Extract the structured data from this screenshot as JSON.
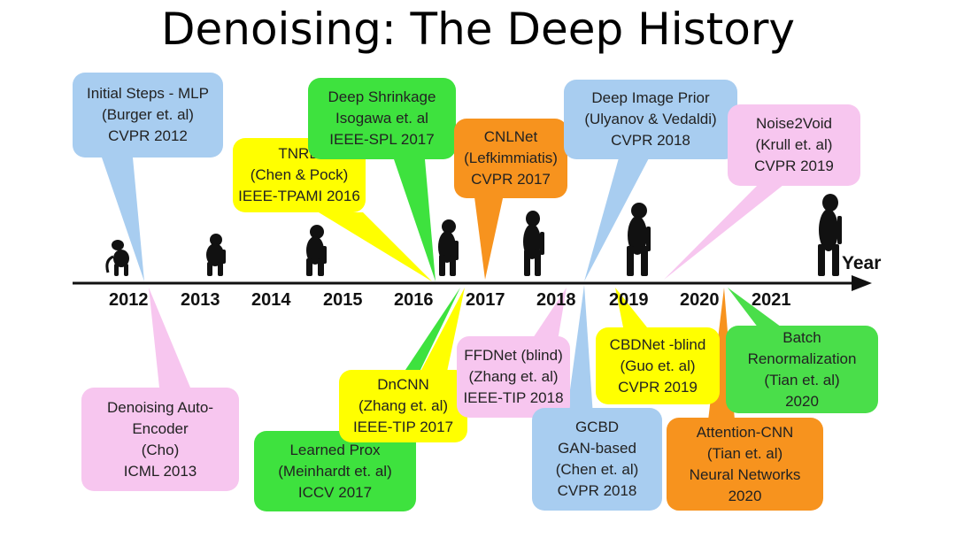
{
  "title": "Denoising:  The Deep History",
  "axis_label": "Year",
  "years": [
    "2012",
    "2013",
    "2014",
    "2015",
    "2016",
    "2017",
    "2018",
    "2019",
    "2020",
    "2021"
  ],
  "colors": {
    "blue": "#a8cdf0",
    "pink": "#f7c6ef",
    "yellow": "#ffff00",
    "green": "#3ee23e",
    "orange": "#f7931e"
  },
  "above": [
    {
      "lines": [
        "Initial Steps - MLP",
        "(Burger et. al)",
        "CVPR 2012"
      ],
      "color": "blue"
    },
    {
      "lines": [
        "TNRD",
        "(Chen & Pock)",
        "IEEE-TPAMI 2016"
      ],
      "color": "yellow"
    },
    {
      "lines": [
        "Deep Shrinkage",
        "Isogawa et. al",
        "IEEE-SPL 2017"
      ],
      "color": "green"
    },
    {
      "lines": [
        "CNLNet",
        "(Lefkimmiatis)",
        "CVPR 2017"
      ],
      "color": "orange"
    },
    {
      "lines": [
        "Deep Image Prior",
        "(Ulyanov & Vedaldi)",
        "CVPR 2018"
      ],
      "color": "blue"
    },
    {
      "lines": [
        "Noise2Void",
        "(Krull et. al)",
        "CVPR 2019"
      ],
      "color": "pink"
    }
  ],
  "below": [
    {
      "lines": [
        "Denoising Auto-",
        "Encoder",
        "(Cho)",
        "ICML 2013"
      ],
      "color": "pink"
    },
    {
      "lines": [
        "Learned Prox",
        "(Meinhardt et. al)",
        "ICCV 2017"
      ],
      "color": "green"
    },
    {
      "lines": [
        "DnCNN",
        "(Zhang et. al)",
        "IEEE-TIP 2017"
      ],
      "color": "yellow"
    },
    {
      "lines": [
        "FFDNet (blind)",
        "(Zhang et. al)",
        "IEEE-TIP 2018"
      ],
      "color": "pink"
    },
    {
      "lines": [
        "GCBD",
        "GAN-based",
        "(Chen et. al)",
        "CVPR 2018"
      ],
      "color": "blue"
    },
    {
      "lines": [
        "CBDNet -blind",
        "(Guo et. al)",
        "CVPR 2019"
      ],
      "color": "yellow"
    },
    {
      "lines": [
        "Attention-CNN",
        "(Tian et. al)",
        "Neural Networks",
        "2020"
      ],
      "color": "orange"
    },
    {
      "lines": [
        "Batch",
        "Renormalization",
        "(Tian et. al)",
        "2020"
      ],
      "color": "green"
    }
  ]
}
